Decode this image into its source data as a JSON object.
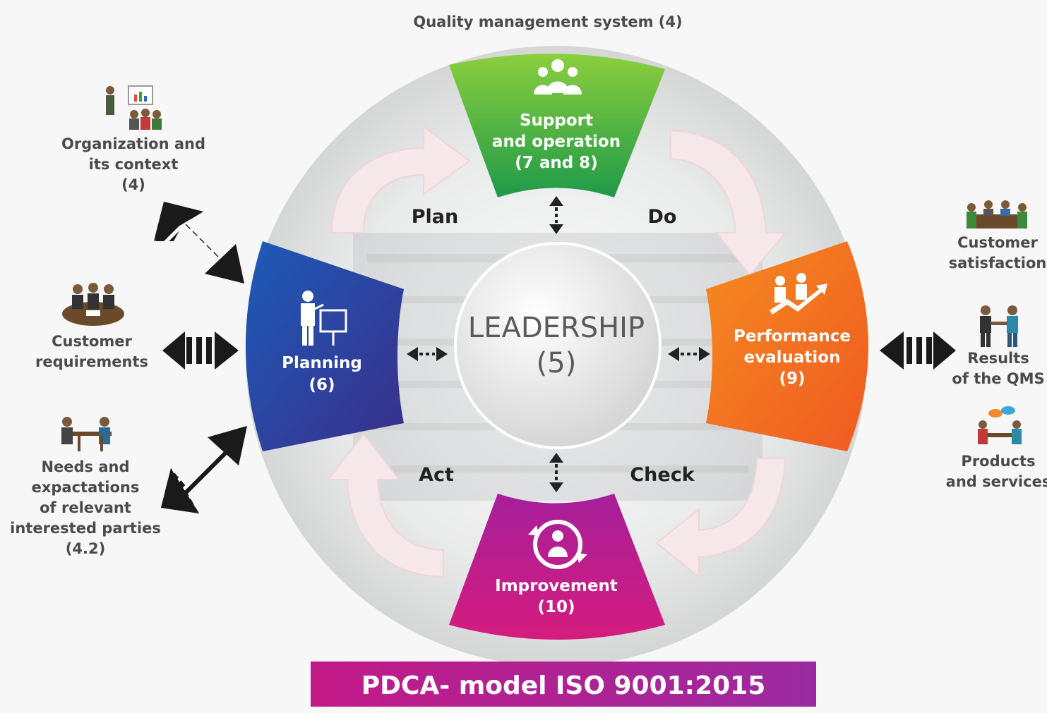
{
  "header": {
    "title": "Quality management system (4)"
  },
  "center": {
    "title": "LEADERSHIP",
    "clause": "(5)"
  },
  "cycle": {
    "plan": "Plan",
    "do": "Do",
    "check": "Check",
    "act": "Act"
  },
  "segments": {
    "support": {
      "line1": "Support",
      "line2": "and operation",
      "line3": "(7 and 8)",
      "color": "#3aa23d"
    },
    "planning": {
      "line1": "Planning",
      "line2": "(6)",
      "color": "#2a4ba0"
    },
    "performance": {
      "line1": "Performance",
      "line2": "evaluation",
      "line3": "(9)",
      "color": "#f06a1c"
    },
    "improvement": {
      "line1": "Improvement",
      "line2": "(10)",
      "color": "#b81f8a"
    }
  },
  "inputs": {
    "organization": {
      "line1": "Organization and",
      "line2": "its context",
      "line3": "(4)"
    },
    "customer_requirements": {
      "line1": "Customer",
      "line2": "requirements"
    },
    "needs": {
      "line1": "Needs and",
      "line2": "expactations",
      "line3": "of relevant",
      "line4": "interested parties",
      "line5": "(4.2)"
    }
  },
  "outputs": {
    "satisfaction": {
      "line1": "Customer",
      "line2": "satisfaction"
    },
    "results": {
      "line1": "Results",
      "line2": "of the QMS"
    },
    "products": {
      "line1": "Products",
      "line2": "and services"
    }
  },
  "footer": {
    "title": "PDCA- model ISO 9001:2015",
    "color": "#b4198f"
  }
}
